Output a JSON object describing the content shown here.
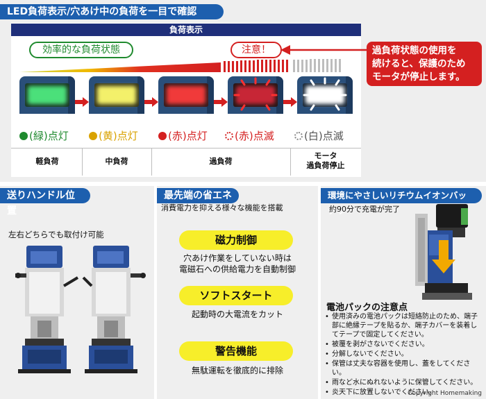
{
  "header": {
    "title": "LED負荷表示/穴あけ中の負荷を一目で確認"
  },
  "load_display": {
    "bar_title": "負荷表示",
    "efficient_label": "効率的な負荷状態",
    "caution_label": "注意！",
    "callout_text": [
      "過負荷状態の使用を",
      "続けると、保護のため",
      "モータが停止します。"
    ],
    "leds": [
      {
        "label": "(緑)点灯",
        "color": "#1f8a2e"
      },
      {
        "label": "(黄)点灯",
        "color": "#d9a200"
      },
      {
        "label": "(赤)点灯",
        "color": "#d42020"
      },
      {
        "label": "(赤)点滅",
        "color": "#d42020"
      },
      {
        "label": "(白)点滅",
        "color": "#888888"
      }
    ],
    "loads": [
      "軽負荷",
      "中負荷",
      "過負荷",
      "モータ\n過負荷停止"
    ]
  },
  "feed_handle": {
    "title": "送りハンドル位置",
    "caption": "左右どちらでも取付け可能"
  },
  "eco": {
    "title": "最先端の省エネ",
    "subtitle": "消費電力を抑える様々な機能を搭載",
    "features": [
      {
        "name": "磁力制御",
        "desc": [
          "穴あけ作業をしていない時は",
          "電磁石への供給電力を自動制御"
        ]
      },
      {
        "name": "ソフトスタート",
        "desc": [
          "起動時の大電流をカット"
        ]
      },
      {
        "name": "警告機能",
        "desc": [
          "無駄運転を徹底的に排除"
        ]
      }
    ]
  },
  "battery": {
    "title": "環境にやさしいリチウムイオンバッテリ",
    "charge_text": "約90分で充電が完了",
    "notes_title": "電池パックの注意点",
    "notes": [
      "使用済みの電池パックは短絡防止のため、端子部に絶縁テープを貼るか、端子カバーを装着してテープで固定してください。",
      "被覆を剥がさないでください。",
      "分解しないでください。",
      "保管は丈夫な容器を使用し、蓋をしてください。",
      "雨など水にぬれないように保管してください。",
      "炎天下に放置しないでください。"
    ]
  },
  "copyright": "Copyright Homemaking",
  "colors": {
    "accent": "#1d5fae",
    "navy": "#1f2f7a",
    "red": "#d42020",
    "yellow": "#f7ee2a",
    "green": "#1f8a2e"
  }
}
